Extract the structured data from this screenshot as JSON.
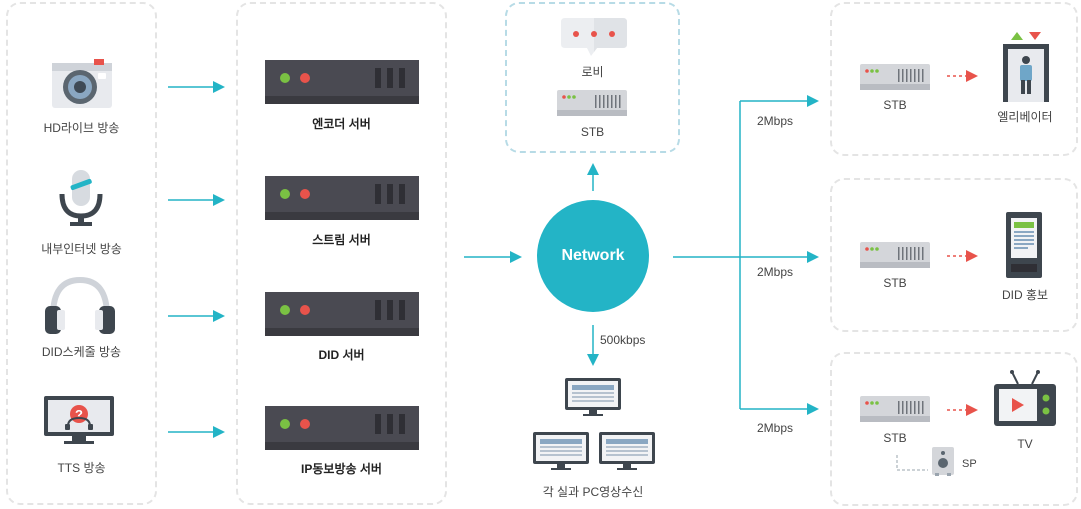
{
  "sources": [
    {
      "label": "HD라이브 방송",
      "icon": "camera-icon"
    },
    {
      "label": "내부인터넷 방송",
      "icon": "microphone-icon"
    },
    {
      "label": "DID스케줄 방송",
      "icon": "headphones-icon"
    },
    {
      "label": "TTS 방송",
      "icon": "monitor-question-icon"
    }
  ],
  "servers": [
    {
      "label": "엔코더 서버"
    },
    {
      "label": "스트림 서버"
    },
    {
      "label": "DID 서버"
    },
    {
      "label": "IP동보방송 서버"
    }
  ],
  "network": {
    "label": "Network"
  },
  "lobby": {
    "lobby_label": "로비",
    "stb_label": "STB"
  },
  "pc": {
    "bandwidth": "500kbps",
    "label": "각 실과 PC영상수신"
  },
  "branches": [
    {
      "bandwidth": "2Mbps",
      "stb_label": "STB",
      "device_label": "엘리베이터",
      "icon": "elevator-icon"
    },
    {
      "bandwidth": "2Mbps",
      "stb_label": "STB",
      "device_label": "DID 홍보",
      "icon": "kiosk-icon"
    },
    {
      "bandwidth": "2Mbps",
      "stb_label": "STB",
      "device_label": "TV",
      "icon": "tv-icon",
      "extra_label": "SP"
    }
  ],
  "colors": {
    "accent": "#23b4c6",
    "server": "#4a4a52",
    "server_dark": "#3a3a40",
    "arrow_red": "#e8534b",
    "panel_border": "#e4e4e4",
    "panel_border_blue": "#b7dbe6"
  }
}
